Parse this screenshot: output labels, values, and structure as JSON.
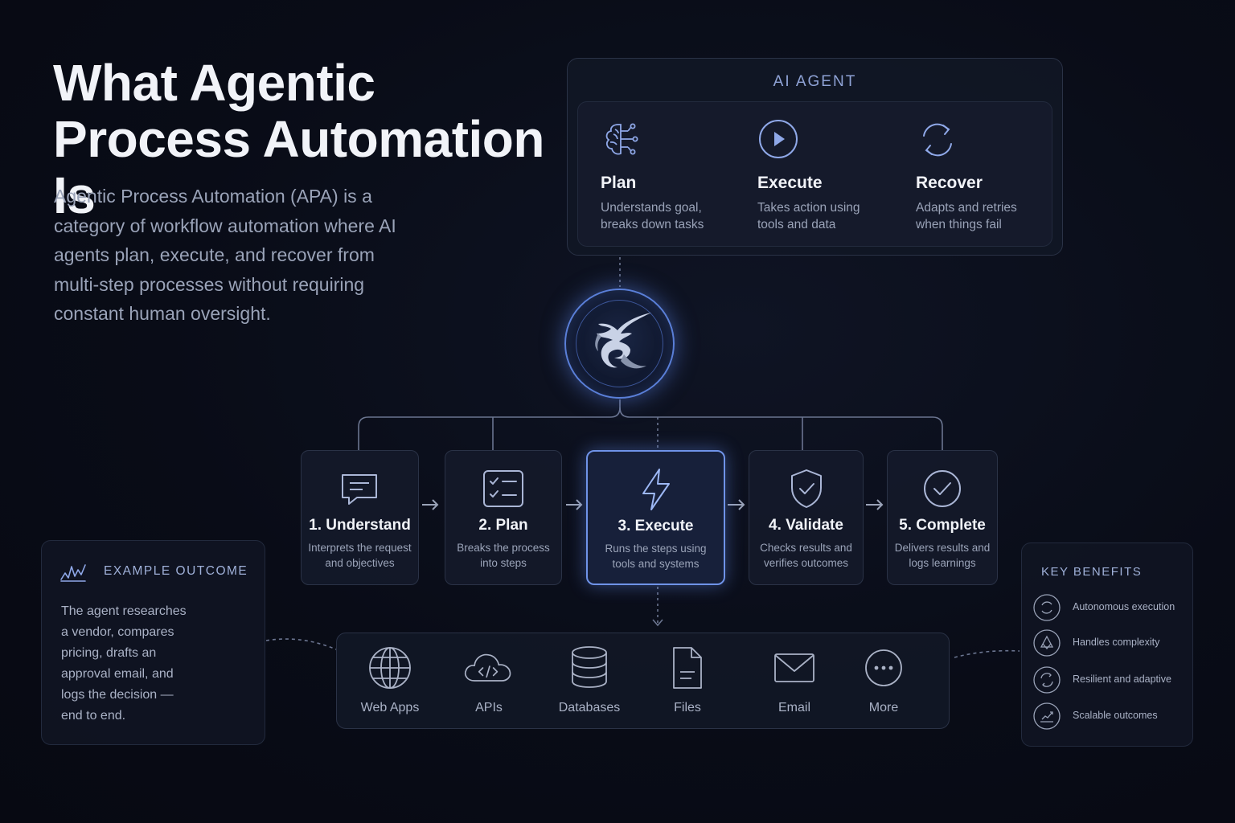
{
  "title": {
    "line1": "What Agentic",
    "line2": "Process Automation Is"
  },
  "intro": "Agentic Process Automation (APA) is a category of workflow automation where AI agents plan, execute, and recover from multi-step processes without requiring constant human oversight.",
  "agent": {
    "heading": "AI AGENT",
    "capabilities": [
      {
        "name": "Plan",
        "desc_1": "Understands goal,",
        "desc_2": "breaks down tasks",
        "icon": "brain-network-icon"
      },
      {
        "name": "Execute",
        "desc_1": "Takes action using",
        "desc_2": "tools and data",
        "icon": "play-circle-icon"
      },
      {
        "name": "Recover",
        "desc_1": "Adapts and retries",
        "desc_2": "when things fail",
        "icon": "refresh-arrows-icon"
      }
    ]
  },
  "logo": {
    "icon": "dragon-emblem-icon"
  },
  "steps": [
    {
      "name": "1. Understand",
      "desc_1": "Interprets the request",
      "desc_2": "and objectives",
      "icon": "chat-bubble-icon"
    },
    {
      "name": "2. Plan",
      "desc_1": "Breaks the process",
      "desc_2": "into steps",
      "icon": "checklist-icon"
    },
    {
      "name": "3. Execute",
      "desc_1": "Runs the steps using",
      "desc_2": "tools and systems",
      "icon": "lightning-icon"
    },
    {
      "name": "4. Validate",
      "desc_1": "Checks results and",
      "desc_2": "verifies outcomes",
      "icon": "shield-check-icon"
    },
    {
      "name": "5. Complete",
      "desc_1": "Delivers results and",
      "desc_2": "logs learnings",
      "icon": "check-circle-icon"
    }
  ],
  "tools": [
    {
      "name": "Web Apps",
      "icon": "globe-icon"
    },
    {
      "name": "APIs",
      "icon": "cloud-code-icon"
    },
    {
      "name": "Databases",
      "icon": "database-icon"
    },
    {
      "name": "Files",
      "icon": "file-icon"
    },
    {
      "name": "Email",
      "icon": "envelope-icon"
    },
    {
      "name": "More",
      "icon": "more-dots-icon"
    }
  ],
  "example": {
    "heading": "EXAMPLE OUTCOME",
    "lines": [
      "The agent researches",
      "a vendor, compares",
      "pricing, drafts an",
      "approval email, and",
      "logs the decision —",
      "end to end."
    ]
  },
  "benefits": {
    "heading": "KEY BENEFITS",
    "items": [
      {
        "name": "Autonomous execution",
        "icon": "autonomous-icon"
      },
      {
        "name": "Handles complexity",
        "icon": "complexity-icon"
      },
      {
        "name": "Resilient and adaptive",
        "icon": "resilient-icon"
      },
      {
        "name": "Scalable outcomes",
        "icon": "scale-chart-icon"
      }
    ]
  },
  "colors": {
    "accent": "#6f93e8",
    "background": "#090c17",
    "panel_border": "#2a3246"
  }
}
